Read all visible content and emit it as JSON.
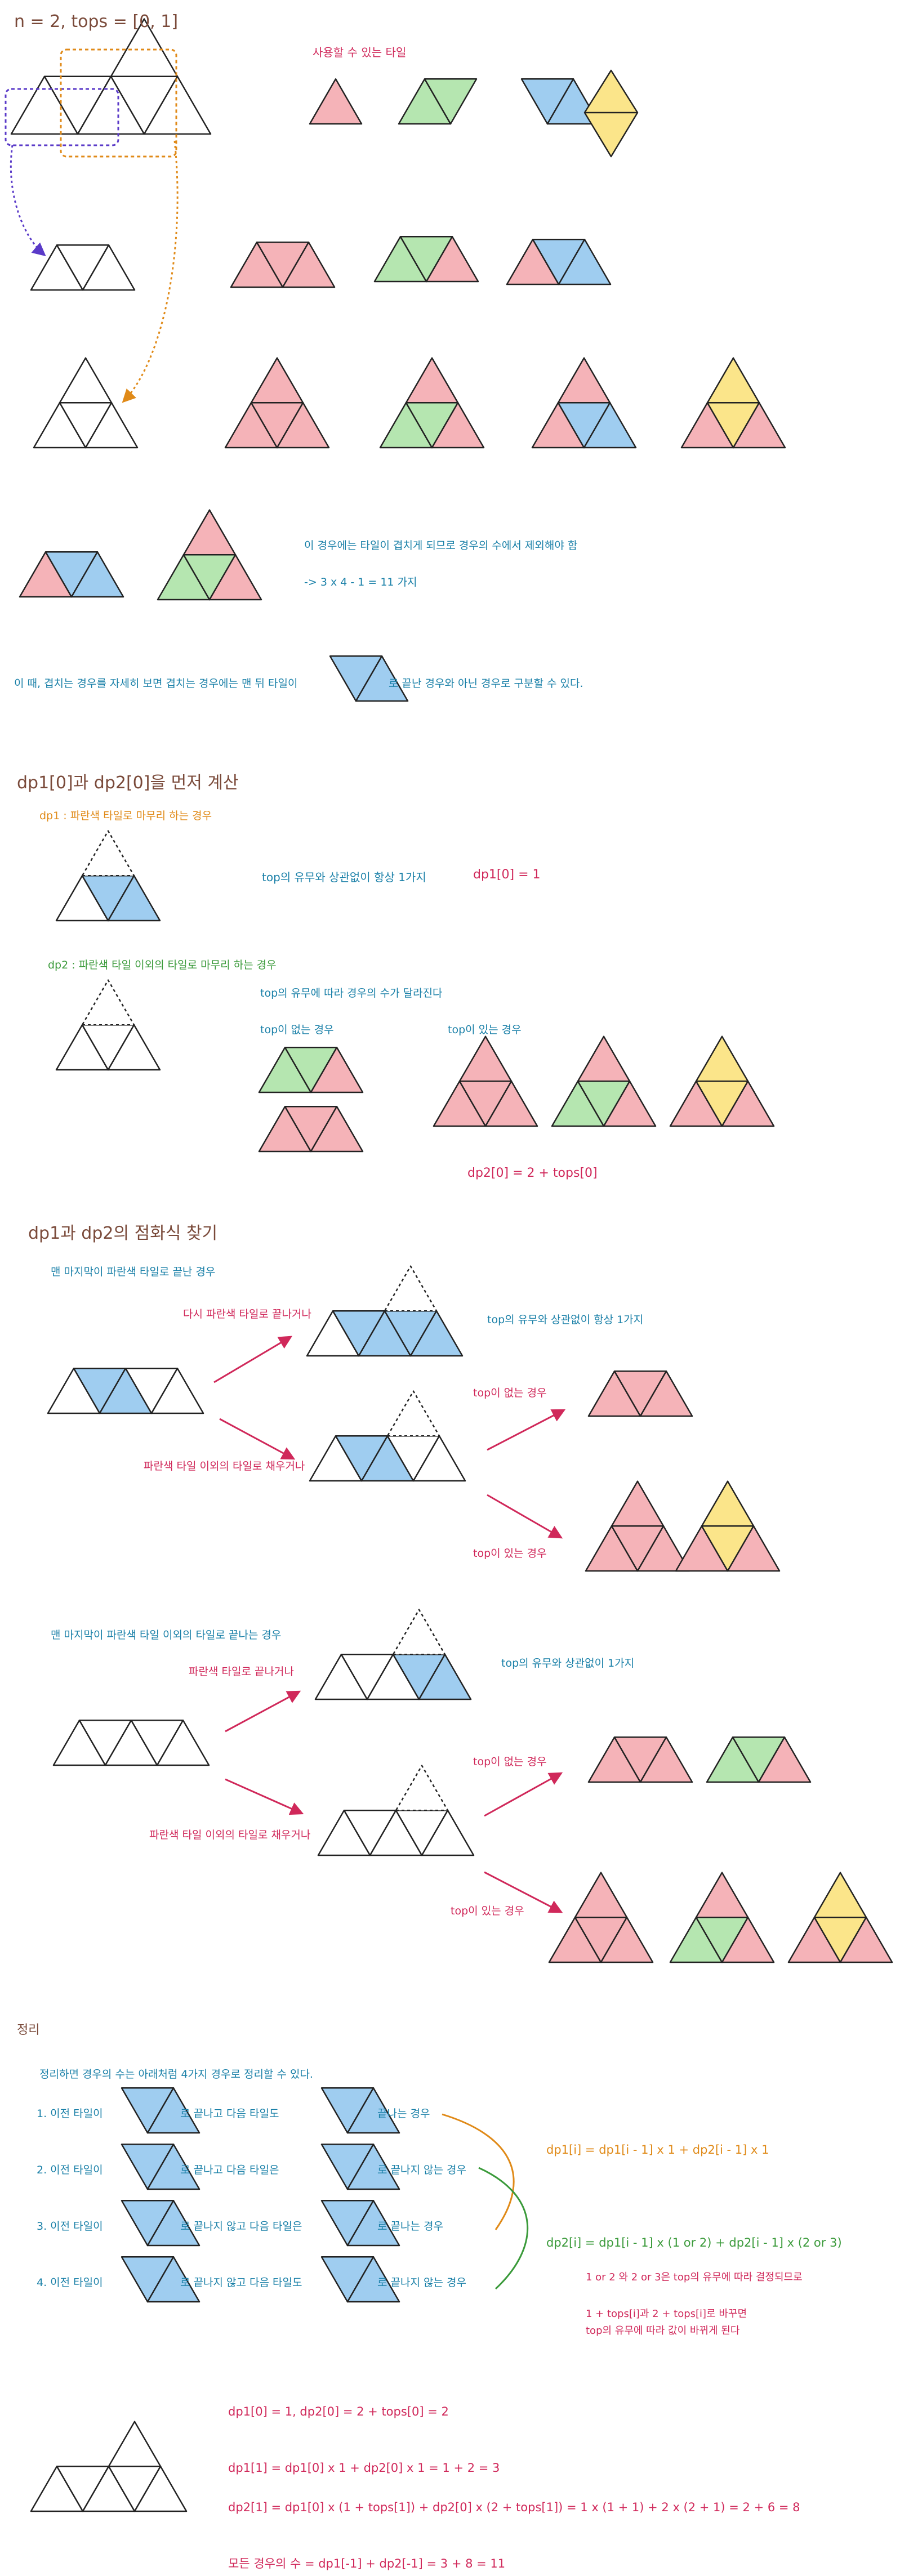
{
  "header": {
    "problem": "n = 2,   tops = [0, 1]",
    "usable_tiles_label": "사용할 수 있는 타일"
  },
  "intro": {
    "overlap_note": "이 경우에는 타일이 겹치게 되므로 경우의 수에서 제외해야 함",
    "count": "-> 3 x 4 - 1 = 11 가지",
    "classification": "이 때, 겹치는 경우를 자세히 보면 겹치는 경우에는 맨 뒤 타일이",
    "classification_end": "로 끝난 경우와 아닌 경우로 구분할 수 있다."
  },
  "section1": {
    "title": "dp1[0]과 dp2[0]을 먼저 계산",
    "dp1_def": "dp1 : 파란색 타일로 마무리 하는 경우",
    "dp1_note": "top의 유무와 상관없이 항상 1가지",
    "dp1_value": "dp1[0] = 1",
    "dp2_def": "dp2 : 파란색 타일 이외의 타일로 마무리 하는 경우",
    "dp2_note": "top의 유무에 따라 경우의 수가 달라진다",
    "no_top": "top이 없는 경우",
    "has_top": "top이 있는 경우",
    "dp2_value": "dp2[0] = 2 + tops[0]"
  },
  "section2": {
    "title": "dp1과 dp2의 점화식 찾기",
    "caseA": "맨 마지막이 파란색 타일로 끝난 경우",
    "caseA_blue": "다시 파란색 타일로 끝나거나",
    "caseA_note": "top의 유무와 상관없이 항상 1가지",
    "caseA_other": "파란색 타일 이외의 타일로 채우거나",
    "no_top": "top이 없는 경우",
    "has_top": "top이 있는 경우",
    "caseB": "맨 마지막이 파란색 타일 이외의 타일로 끝나는 경우",
    "caseB_blue": "파란색 타일로 끝나거나",
    "caseB_note": "top의 유무와 상관없이 1가지",
    "caseB_other": "파란색 타일 이외의 타일로 채우거나"
  },
  "section3": {
    "title": "정리",
    "intro": "정리하면 경우의 수는 아래처럼 4가지 경우로 정리할 수 있다.",
    "rows": [
      {
        "a": "1. 이전 타일이",
        "b": "로 끝나고 다음 타일도",
        "c": "끝나는 경우"
      },
      {
        "a": "2. 이전 타일이",
        "b": "로 끝나고 다음 타일은",
        "c": "로 끝나지 않는 경우"
      },
      {
        "a": "3. 이전 타일이",
        "b": "로 끝나지 않고 다음 타일은",
        "c": "로 끝나는 경우"
      },
      {
        "a": "4. 이전 타일이",
        "b": "로 끝나지 않고 다음 타일도",
        "c": "로 끝나지 않는 경우"
      }
    ],
    "formula1": "dp1[i] = dp1[i - 1] x 1 + dp2[i - 1] x 1",
    "formula2": "dp2[i] = dp1[i - 1] x (1 or 2) + dp2[i - 1] x (2 or 3)",
    "note1": "1 or 2 와 2 or 3은 top의 유무에 따라 결정되므로",
    "note2": "1 + tops[i]과 2 + tops[i]로 바꾸면",
    "note3": "top의 유무에 따라 값이 바뀌게 된다"
  },
  "final": {
    "line1": "dp1[0] = 1,        dp2[0] = 2 + tops[0] = 2",
    "line2": "dp1[1] = dp1[0] x 1 + dp2[0] x 1 = 1 + 2 = 3",
    "line3": "dp2[1] = dp1[0] x (1 + tops[1]) + dp2[0] x (2 + tops[1]) = 1 x (1 + 1) + 2 x (2 + 1) = 2 + 6 = 8",
    "line4": "모든 경우의 수 = dp1[-1] + dp2[-1] = 3 + 8 = 11"
  },
  "colors": {
    "pink": "#f5b3b8",
    "green": "#b5e6b0",
    "blue": "#9fcdf0",
    "yellow": "#fbe58a",
    "crimson": "#d0285a",
    "teal": "#1a80a8",
    "orange": "#e08a18",
    "green_text": "#3a9a3a",
    "brown": "#7a4a3a",
    "purple": "#5a3ac8"
  }
}
